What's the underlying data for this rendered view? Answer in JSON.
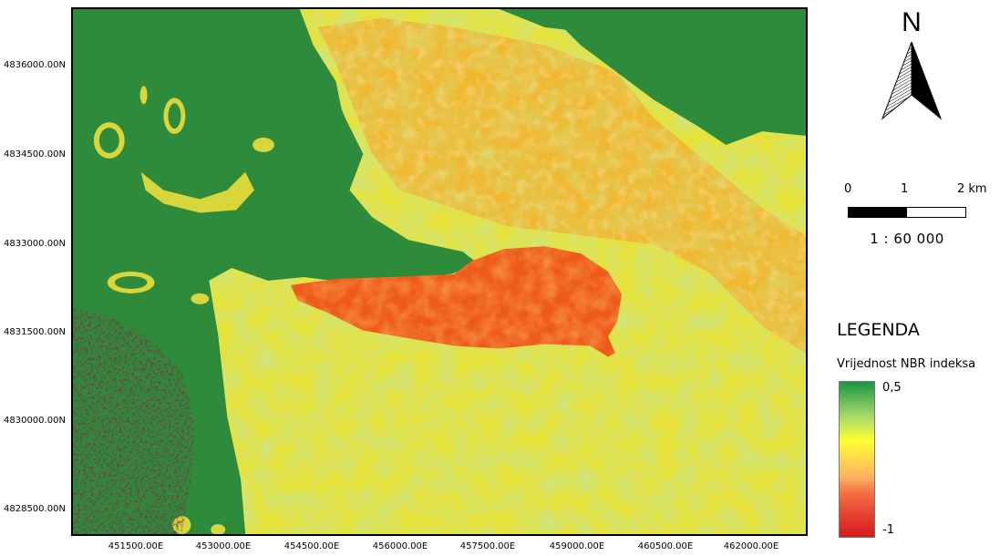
{
  "map": {
    "y_labels": [
      "4836000.00N",
      "4834500.00N",
      "4833000.00N",
      "4831500.00N",
      "4830000.00N",
      "4828500.00N"
    ],
    "x_labels": [
      "451500.00E",
      "453000.00E",
      "454500.00E",
      "456000.00E",
      "457500.00E",
      "459000.00E",
      "460500.00E",
      "462000.00E"
    ],
    "colors": {
      "water": "#2e8b3b",
      "high": "#1a9641",
      "mid_high": "#a6d96a",
      "mid": "#ffff33",
      "mid_low": "#fdae61",
      "low": "#f46d43",
      "lowest": "#d7191c",
      "dark": "#2a0f10"
    }
  },
  "north": {
    "letter": "N"
  },
  "scale": {
    "ticks": [
      "0",
      "1",
      "2 km"
    ],
    "ratio": "1 : 60 000"
  },
  "legend": {
    "title": "LEGENDA",
    "subtitle": "Vrijednost NBR indeksa",
    "max_label": "0,5",
    "min_label": "-1"
  }
}
